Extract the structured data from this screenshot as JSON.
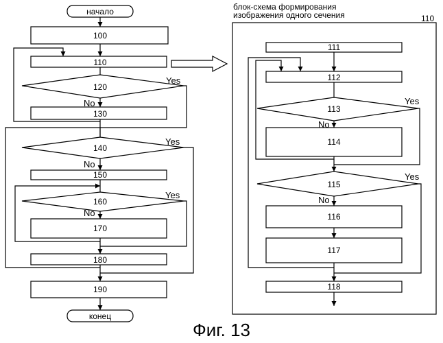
{
  "left": {
    "start": "начало",
    "end": "конец",
    "b100": "100",
    "b110": "110",
    "d120": "120",
    "b130": "130",
    "d140": "140",
    "b150": "150",
    "d160": "160",
    "b170": "170",
    "b180": "180",
    "b190": "190"
  },
  "right": {
    "title1": "блок-схема формирования",
    "title2": "изображения одного сечения",
    "ref": "110",
    "b111": "111",
    "b112": "112",
    "d113": "113",
    "b114": "114",
    "d115": "115",
    "b116": "116",
    "b117": "117",
    "b118": "118"
  },
  "yes": "Yes",
  "no": "No",
  "caption": "Фиг. 13"
}
